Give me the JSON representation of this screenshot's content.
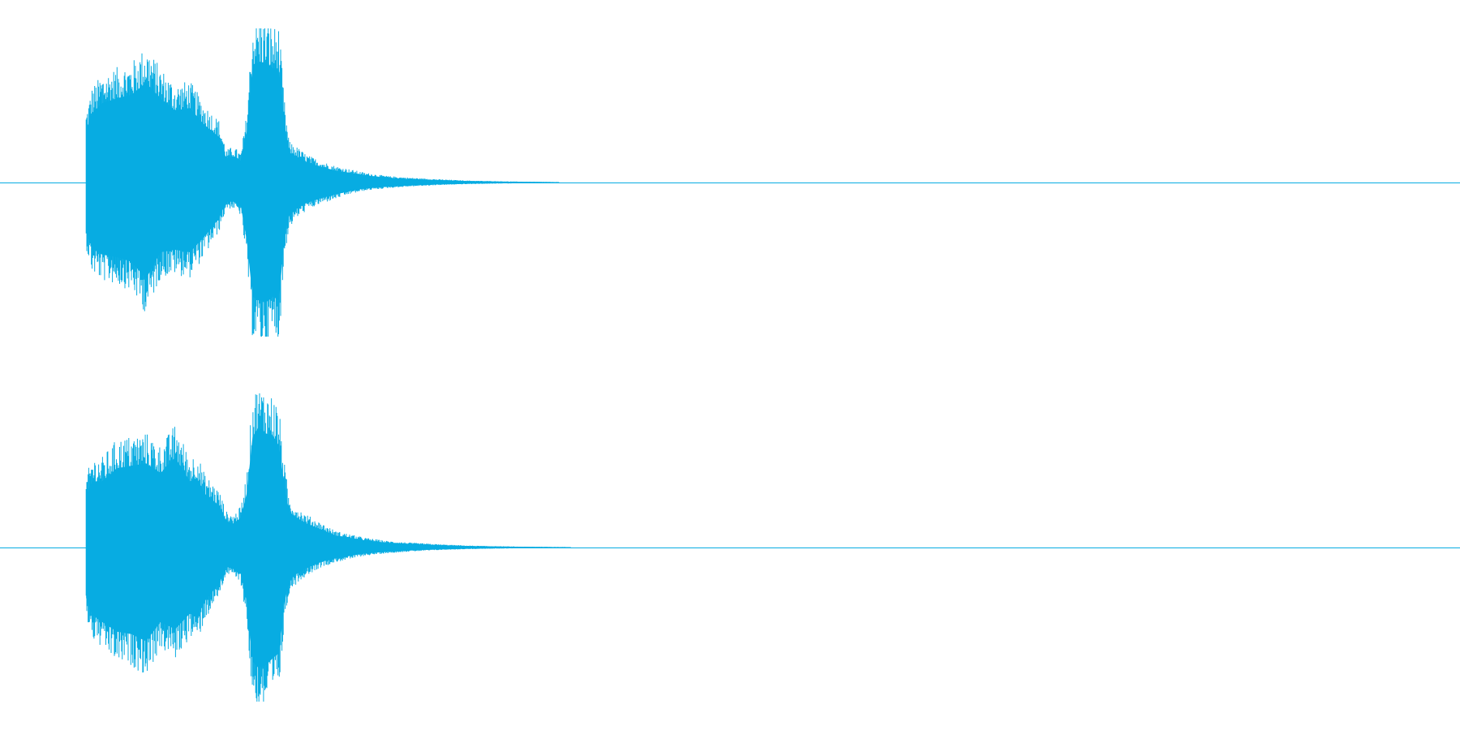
{
  "chart_data": {
    "type": "area",
    "title": "",
    "xlabel": "",
    "ylabel": "",
    "grid": false,
    "legend": "none",
    "ylim": [
      -1,
      1
    ],
    "xlim": [
      0,
      100
    ],
    "color": "#07ace2",
    "channels": [
      {
        "name": "",
        "x": [
          5.9,
          6.3,
          7,
          8,
          9,
          10,
          11,
          12,
          13,
          14,
          15,
          15.5,
          16,
          16.5,
          16.9,
          17.3,
          17.7,
          18.2,
          18.7,
          19.1,
          19.5,
          19.8,
          20.3,
          21,
          22,
          23,
          24,
          25,
          26.5,
          28,
          30,
          32,
          34,
          36,
          38.3
        ],
        "upper": [
          0.43,
          0.58,
          0.66,
          0.7,
          0.73,
          0.83,
          0.7,
          0.6,
          0.62,
          0.48,
          0.38,
          0.2,
          0.22,
          0.18,
          0.42,
          0.98,
          1.0,
          1.0,
          0.95,
          0.95,
          0.48,
          0.25,
          0.22,
          0.17,
          0.13,
          0.1,
          0.08,
          0.06,
          0.04,
          0.03,
          0.02,
          0.012,
          0.008,
          0.005,
          0.003
        ],
        "lower": [
          -0.4,
          -0.55,
          -0.6,
          -0.62,
          -0.66,
          -0.8,
          -0.58,
          -0.56,
          -0.58,
          -0.45,
          -0.3,
          -0.16,
          -0.16,
          -0.2,
          -0.48,
          -0.95,
          -0.98,
          -1.0,
          -0.95,
          -0.98,
          -0.44,
          -0.28,
          -0.22,
          -0.17,
          -0.13,
          -0.1,
          -0.07,
          -0.05,
          -0.035,
          -0.025,
          -0.016,
          -0.01,
          -0.007,
          -0.004,
          -0.002
        ]
      },
      {
        "name": "",
        "x": [
          5.9,
          6.3,
          7,
          8,
          9,
          10,
          11,
          12,
          13,
          13.5,
          14,
          15,
          15.5,
          16,
          16.5,
          16.9,
          17.3,
          17.7,
          18.2,
          18.7,
          19.1,
          19.5,
          19.8,
          20.3,
          21,
          22,
          23,
          24,
          25,
          26.5,
          28,
          30,
          32,
          34,
          36,
          39.1
        ],
        "upper": [
          0.43,
          0.55,
          0.55,
          0.66,
          0.68,
          0.7,
          0.62,
          0.75,
          0.55,
          0.58,
          0.45,
          0.35,
          0.22,
          0.2,
          0.25,
          0.45,
          0.92,
          1.0,
          0.95,
          0.93,
          0.85,
          0.5,
          0.3,
          0.25,
          0.2,
          0.15,
          0.1,
          0.08,
          0.06,
          0.04,
          0.03,
          0.02,
          0.012,
          0.008,
          0.005,
          0.003
        ],
        "lower": [
          -0.42,
          -0.56,
          -0.62,
          -0.7,
          -0.72,
          -0.78,
          -0.62,
          -0.68,
          -0.55,
          -0.58,
          -0.45,
          -0.3,
          -0.16,
          -0.18,
          -0.22,
          -0.45,
          -0.95,
          -1.0,
          -0.98,
          -0.92,
          -0.88,
          -0.45,
          -0.28,
          -0.22,
          -0.17,
          -0.12,
          -0.09,
          -0.07,
          -0.05,
          -0.035,
          -0.025,
          -0.016,
          -0.01,
          -0.007,
          -0.004,
          -0.002
        ]
      }
    ]
  }
}
